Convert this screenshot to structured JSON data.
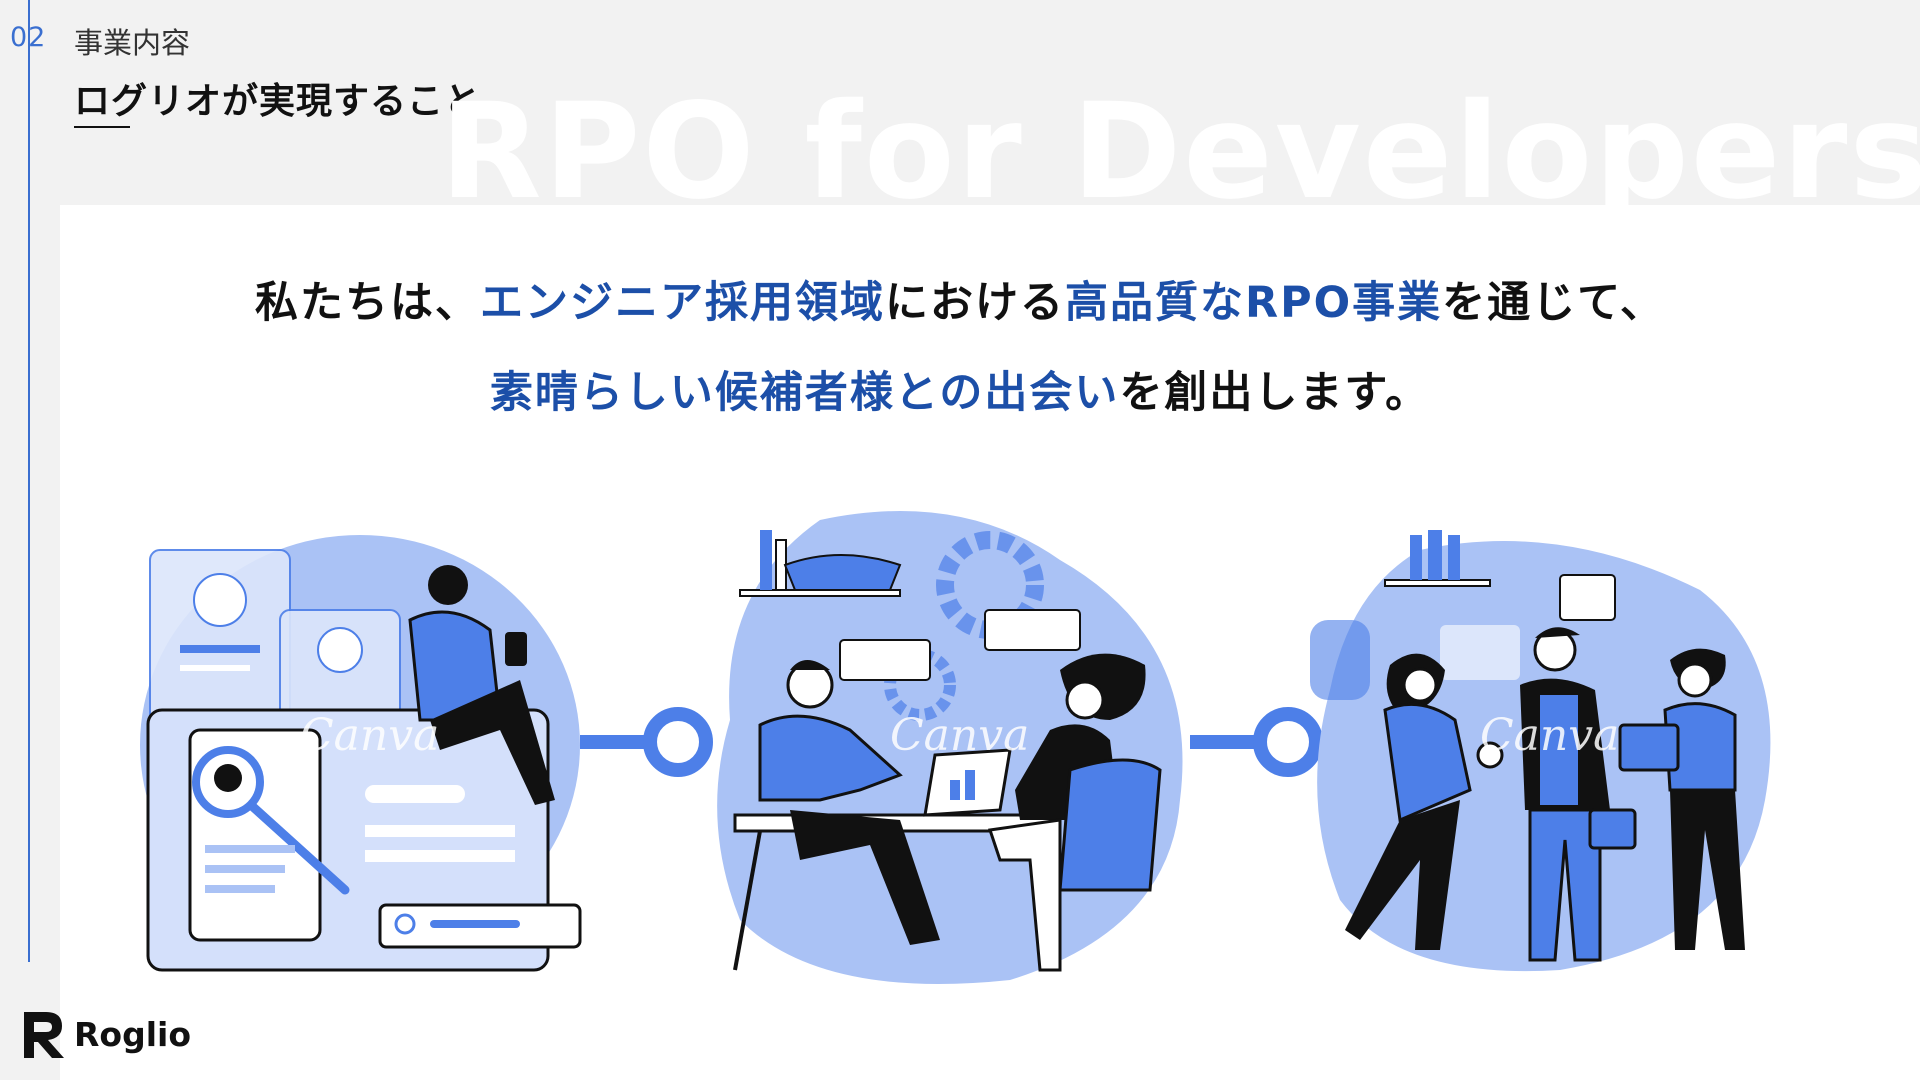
{
  "header": {
    "section_number": "02",
    "section_label": "事業内容",
    "title": "ログリオが実現すること",
    "watermark": "RPO for Developers"
  },
  "lead": {
    "line1": [
      {
        "text": "私たちは、",
        "highlight": false
      },
      {
        "text": "エンジニア採用領域",
        "highlight": true
      },
      {
        "text": "における",
        "highlight": false
      },
      {
        "text": "高品質なRPO事業",
        "highlight": true
      },
      {
        "text": "を通じて、",
        "highlight": false
      }
    ],
    "line2": [
      {
        "text": "素晴らしい候補者様との出会い",
        "highlight": true
      },
      {
        "text": "を創出します。",
        "highlight": false
      }
    ]
  },
  "illustrations": {
    "canva_mark": "Canva",
    "items": [
      {
        "icon": "candidate-search-illustration"
      },
      {
        "icon": "team-meeting-illustration"
      },
      {
        "icon": "handshake-illustration"
      }
    ]
  },
  "brand": {
    "logo_text": "Roglio",
    "logo_icon": "roglio-logo-icon"
  },
  "colors": {
    "accent": "#3a6fd0",
    "highlight_text": "#1c4fa8",
    "illustration_blue": "#4d7fe8",
    "illustration_light": "#aac2f5"
  }
}
